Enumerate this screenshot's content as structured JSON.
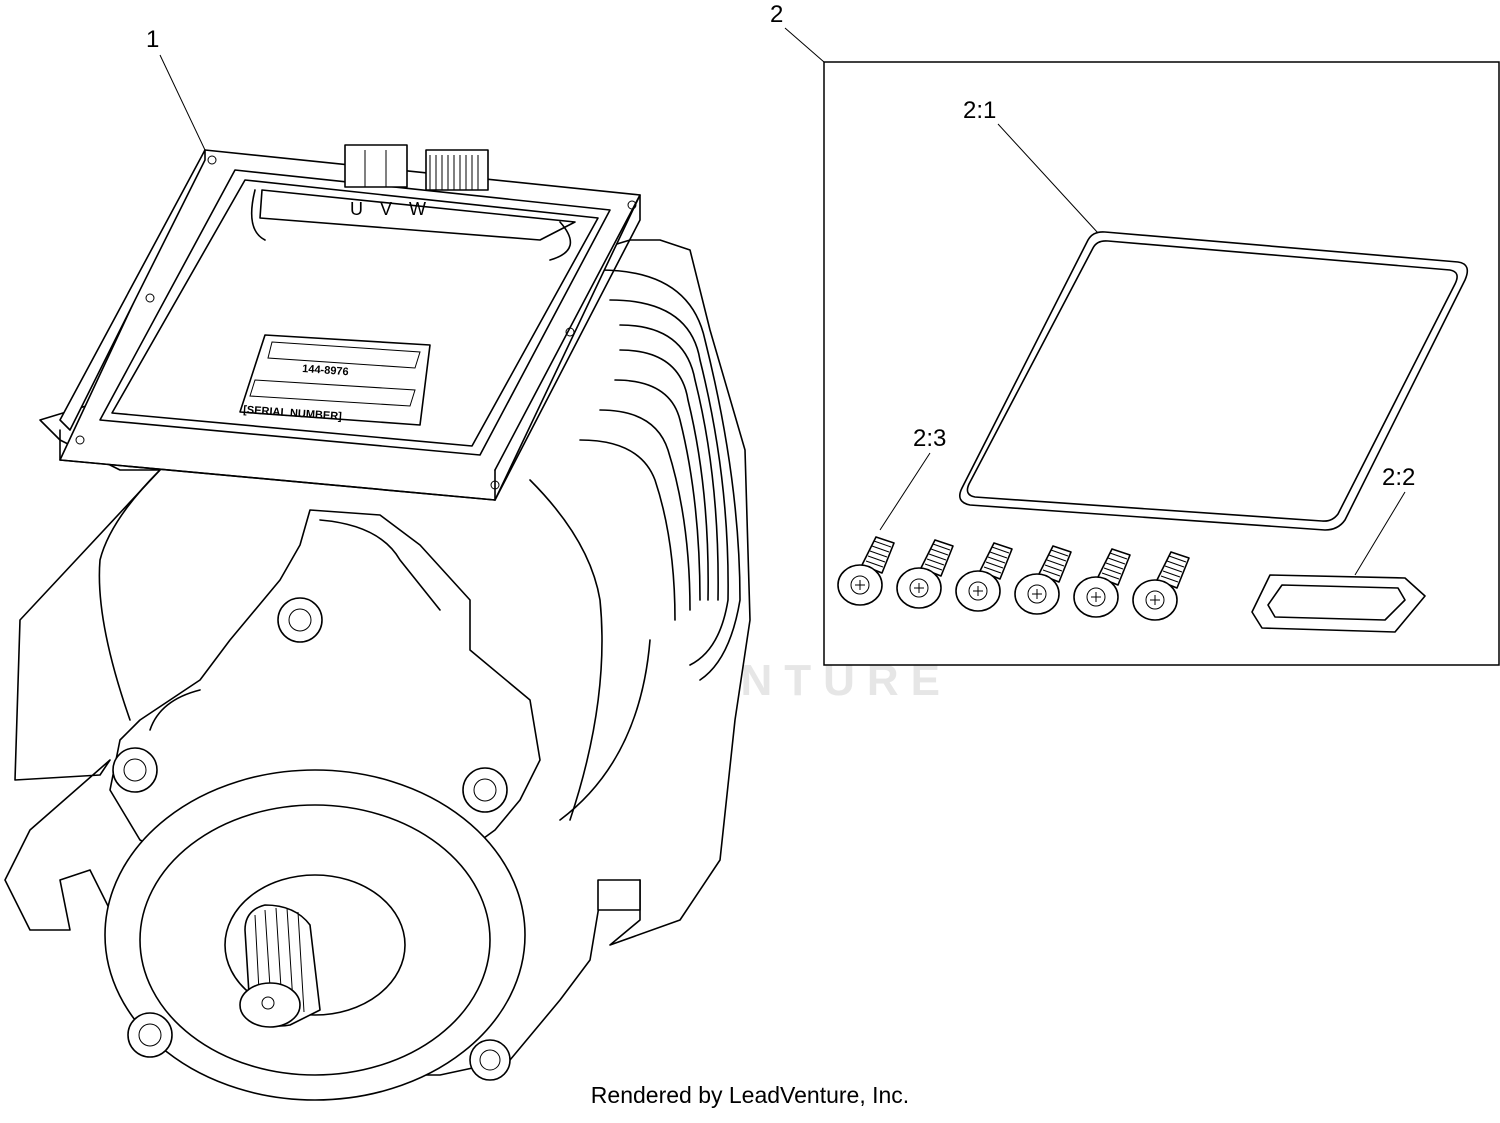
{
  "callouts": {
    "motor": "1",
    "kit": "2",
    "gasket": "2:1",
    "seal": "2:2",
    "screws": "2:3"
  },
  "motor_label": {
    "terminals": "U V W",
    "part_number": "144-8976",
    "serial": "[SERIAL NUMBER]"
  },
  "watermark": "LEADVENTURE",
  "footer": "Rendered by LeadVenture, Inc.",
  "screw_count": 6
}
